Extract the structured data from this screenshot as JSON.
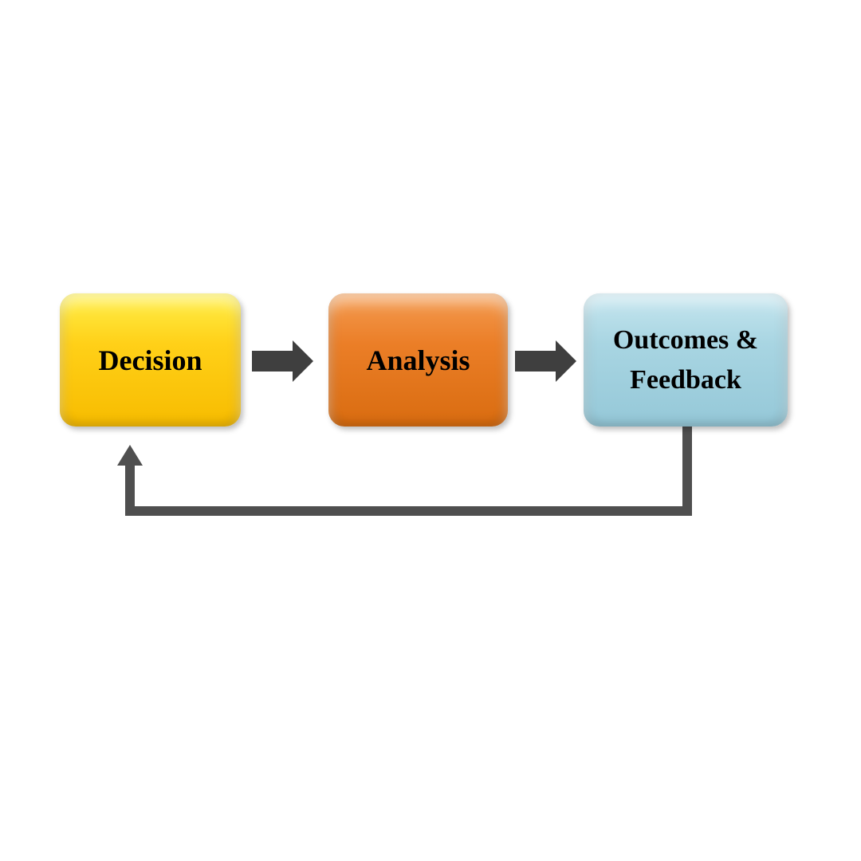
{
  "background": "#FFFFFF",
  "text_color": "#000000",
  "nodes": {
    "decision": {
      "label": "Decision",
      "fill_top": "#FFF04A",
      "fill_mid": "#FFD018",
      "fill_bottom": "#F7BC00"
    },
    "analysis": {
      "label": "Analysis",
      "fill_top": "#F49C52",
      "fill_mid": "#EB7E27",
      "fill_bottom": "#D96C10"
    },
    "outcomes_feedback": {
      "label_line1": "Outcomes &",
      "label_line2": "Feedback",
      "fill_top": "#C6E6EF",
      "fill_mid": "#A8D5E2",
      "fill_bottom": "#95C8D8"
    }
  },
  "connectors": {
    "arrow_decision_to_analysis": {
      "type": "block-arrow-right",
      "from": "Decision",
      "to": "Analysis",
      "color": "#3F3F3F"
    },
    "arrow_analysis_to_outcomes": {
      "type": "block-arrow-right",
      "from": "Analysis",
      "to": "Outcomes & Feedback",
      "color": "#3F3F3F"
    },
    "feedback_loop": {
      "type": "elbow-arrow-up",
      "from": "Outcomes & Feedback",
      "to": "Decision",
      "color": "#4F4F4F"
    }
  }
}
